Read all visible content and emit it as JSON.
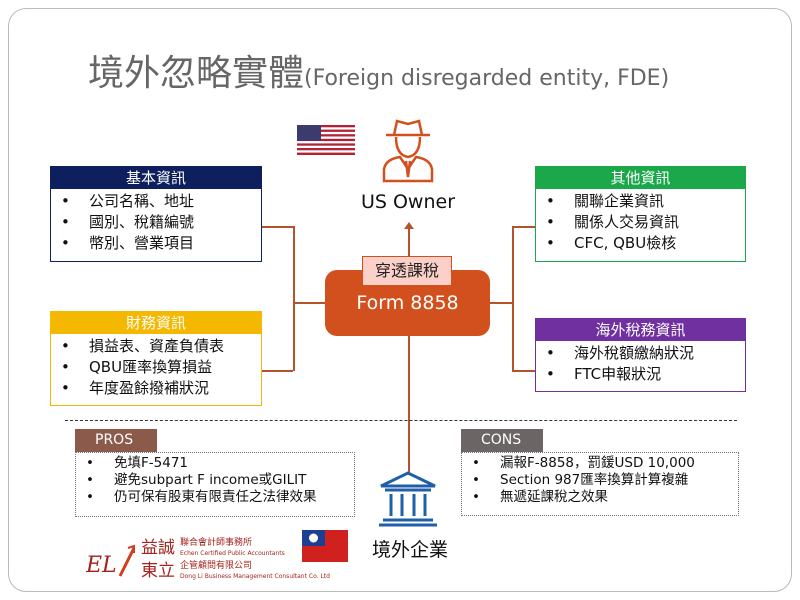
{
  "title": {
    "main": "境外忽略實體",
    "sub": "(Foreign disregarded entity, FDE)"
  },
  "us_owner": {
    "label": "US Owner"
  },
  "center": {
    "tag": "穿透課稅",
    "form": "Form 8858"
  },
  "boxes": {
    "basic": {
      "title": "基本資訊",
      "items": [
        "公司名稱、地址",
        "國別、稅籍編號",
        "幣別、營業項目"
      ],
      "color": "#0d1f5c"
    },
    "finance": {
      "title": "財務資訊",
      "items": [
        "損益表、資產負債表",
        "QBU匯率換算損益",
        "年度盈餘撥補狀況"
      ],
      "color": "#f5b800"
    },
    "other": {
      "title": "其他資訊",
      "items": [
        "關聯企業資訊",
        "關係人交易資訊",
        "CFC, QBU檢核"
      ],
      "color": "#1aa84a"
    },
    "foreign_tax": {
      "title": "海外稅務資訊",
      "items": [
        "海外稅額繳納狀況",
        "FTC申報狀況"
      ],
      "color": "#7030a0"
    }
  },
  "pros": {
    "title": "PROS",
    "items": [
      "免填F-5471",
      "避免subpart F income或GILIT",
      "仍可保有股東有限責任之法律效果"
    ]
  },
  "cons": {
    "title": "CONS",
    "items": [
      "漏報F-8858，罰鍰USD 10,000",
      "Section 987匯率換算計算複雜",
      "無遞延課稅之效果"
    ]
  },
  "foreign_entity": {
    "label": "境外企業"
  },
  "logo": {
    "name1": "益誠",
    "firm1": "聯合會計師事務所",
    "firm1_en": "Echen Certified Public Accountants",
    "name2": "東立",
    "firm2": "企管顧問有限公司",
    "firm2_en": "Dong Li Business Management Consultant Co. Ltd"
  }
}
